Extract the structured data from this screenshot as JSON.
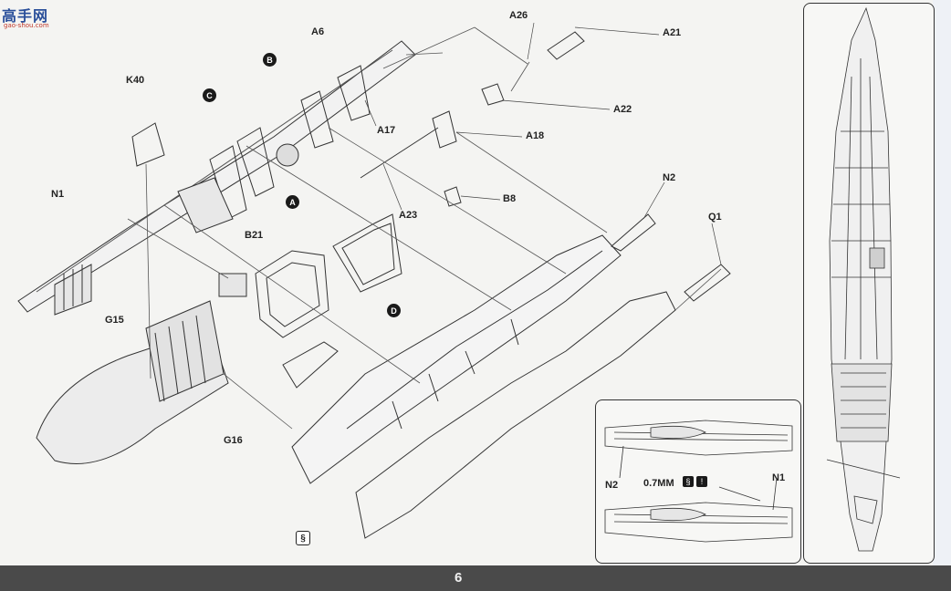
{
  "logo": {
    "text": "高手网",
    "sub": "gao-shou.com"
  },
  "page_number": "6",
  "labels": {
    "k40": "K40",
    "n1": "N1",
    "b21": "B21",
    "g15": "G15",
    "g16": "G16",
    "a6": "A6",
    "a26": "A26",
    "a21": "A21",
    "a22": "A22",
    "a17": "A17",
    "a18": "A18",
    "a23": "A23",
    "b8": "B8",
    "n2": "N2",
    "q1": "Q1",
    "inset_n2": "N2",
    "inset_n1": "N1",
    "inset_size": "0.7MM"
  },
  "callouts": {
    "a": "A",
    "b": "B",
    "c": "C",
    "d": "D"
  },
  "icons": {
    "glue": "glue-icon",
    "drill": "drill-icon"
  }
}
